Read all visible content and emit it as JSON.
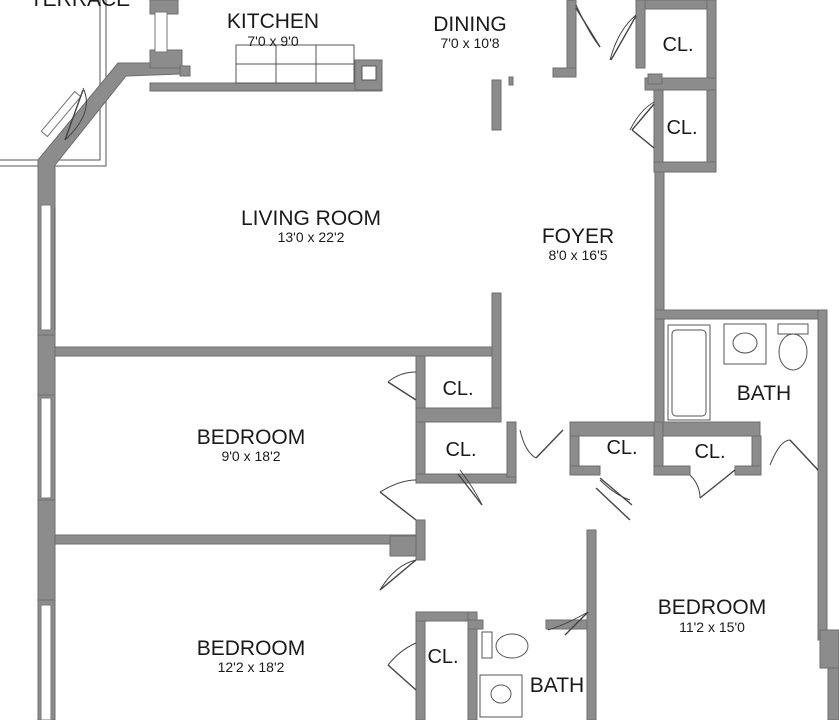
{
  "rooms": {
    "terrace": {
      "name": "TERRACE"
    },
    "kitchen": {
      "name": "KITCHEN",
      "dims": "7'0 x 9'0"
    },
    "dining": {
      "name": "DINING",
      "dims": "7'0 x 10'8"
    },
    "living": {
      "name": "LIVING ROOM",
      "dims": "13'0 x 22'2"
    },
    "foyer": {
      "name": "FOYER",
      "dims": "8'0 x 16'5"
    },
    "bath1": {
      "name": "BATH"
    },
    "bedroom1": {
      "name": "BEDROOM",
      "dims": "9'0 x 18'2"
    },
    "bedroom2": {
      "name": "BEDROOM",
      "dims": "12'2 x 18'2"
    },
    "bedroom3": {
      "name": "BEDROOM",
      "dims": "11'2 x 15'0"
    },
    "bath2": {
      "name": "BATH"
    }
  },
  "closets": {
    "label": "CL."
  }
}
